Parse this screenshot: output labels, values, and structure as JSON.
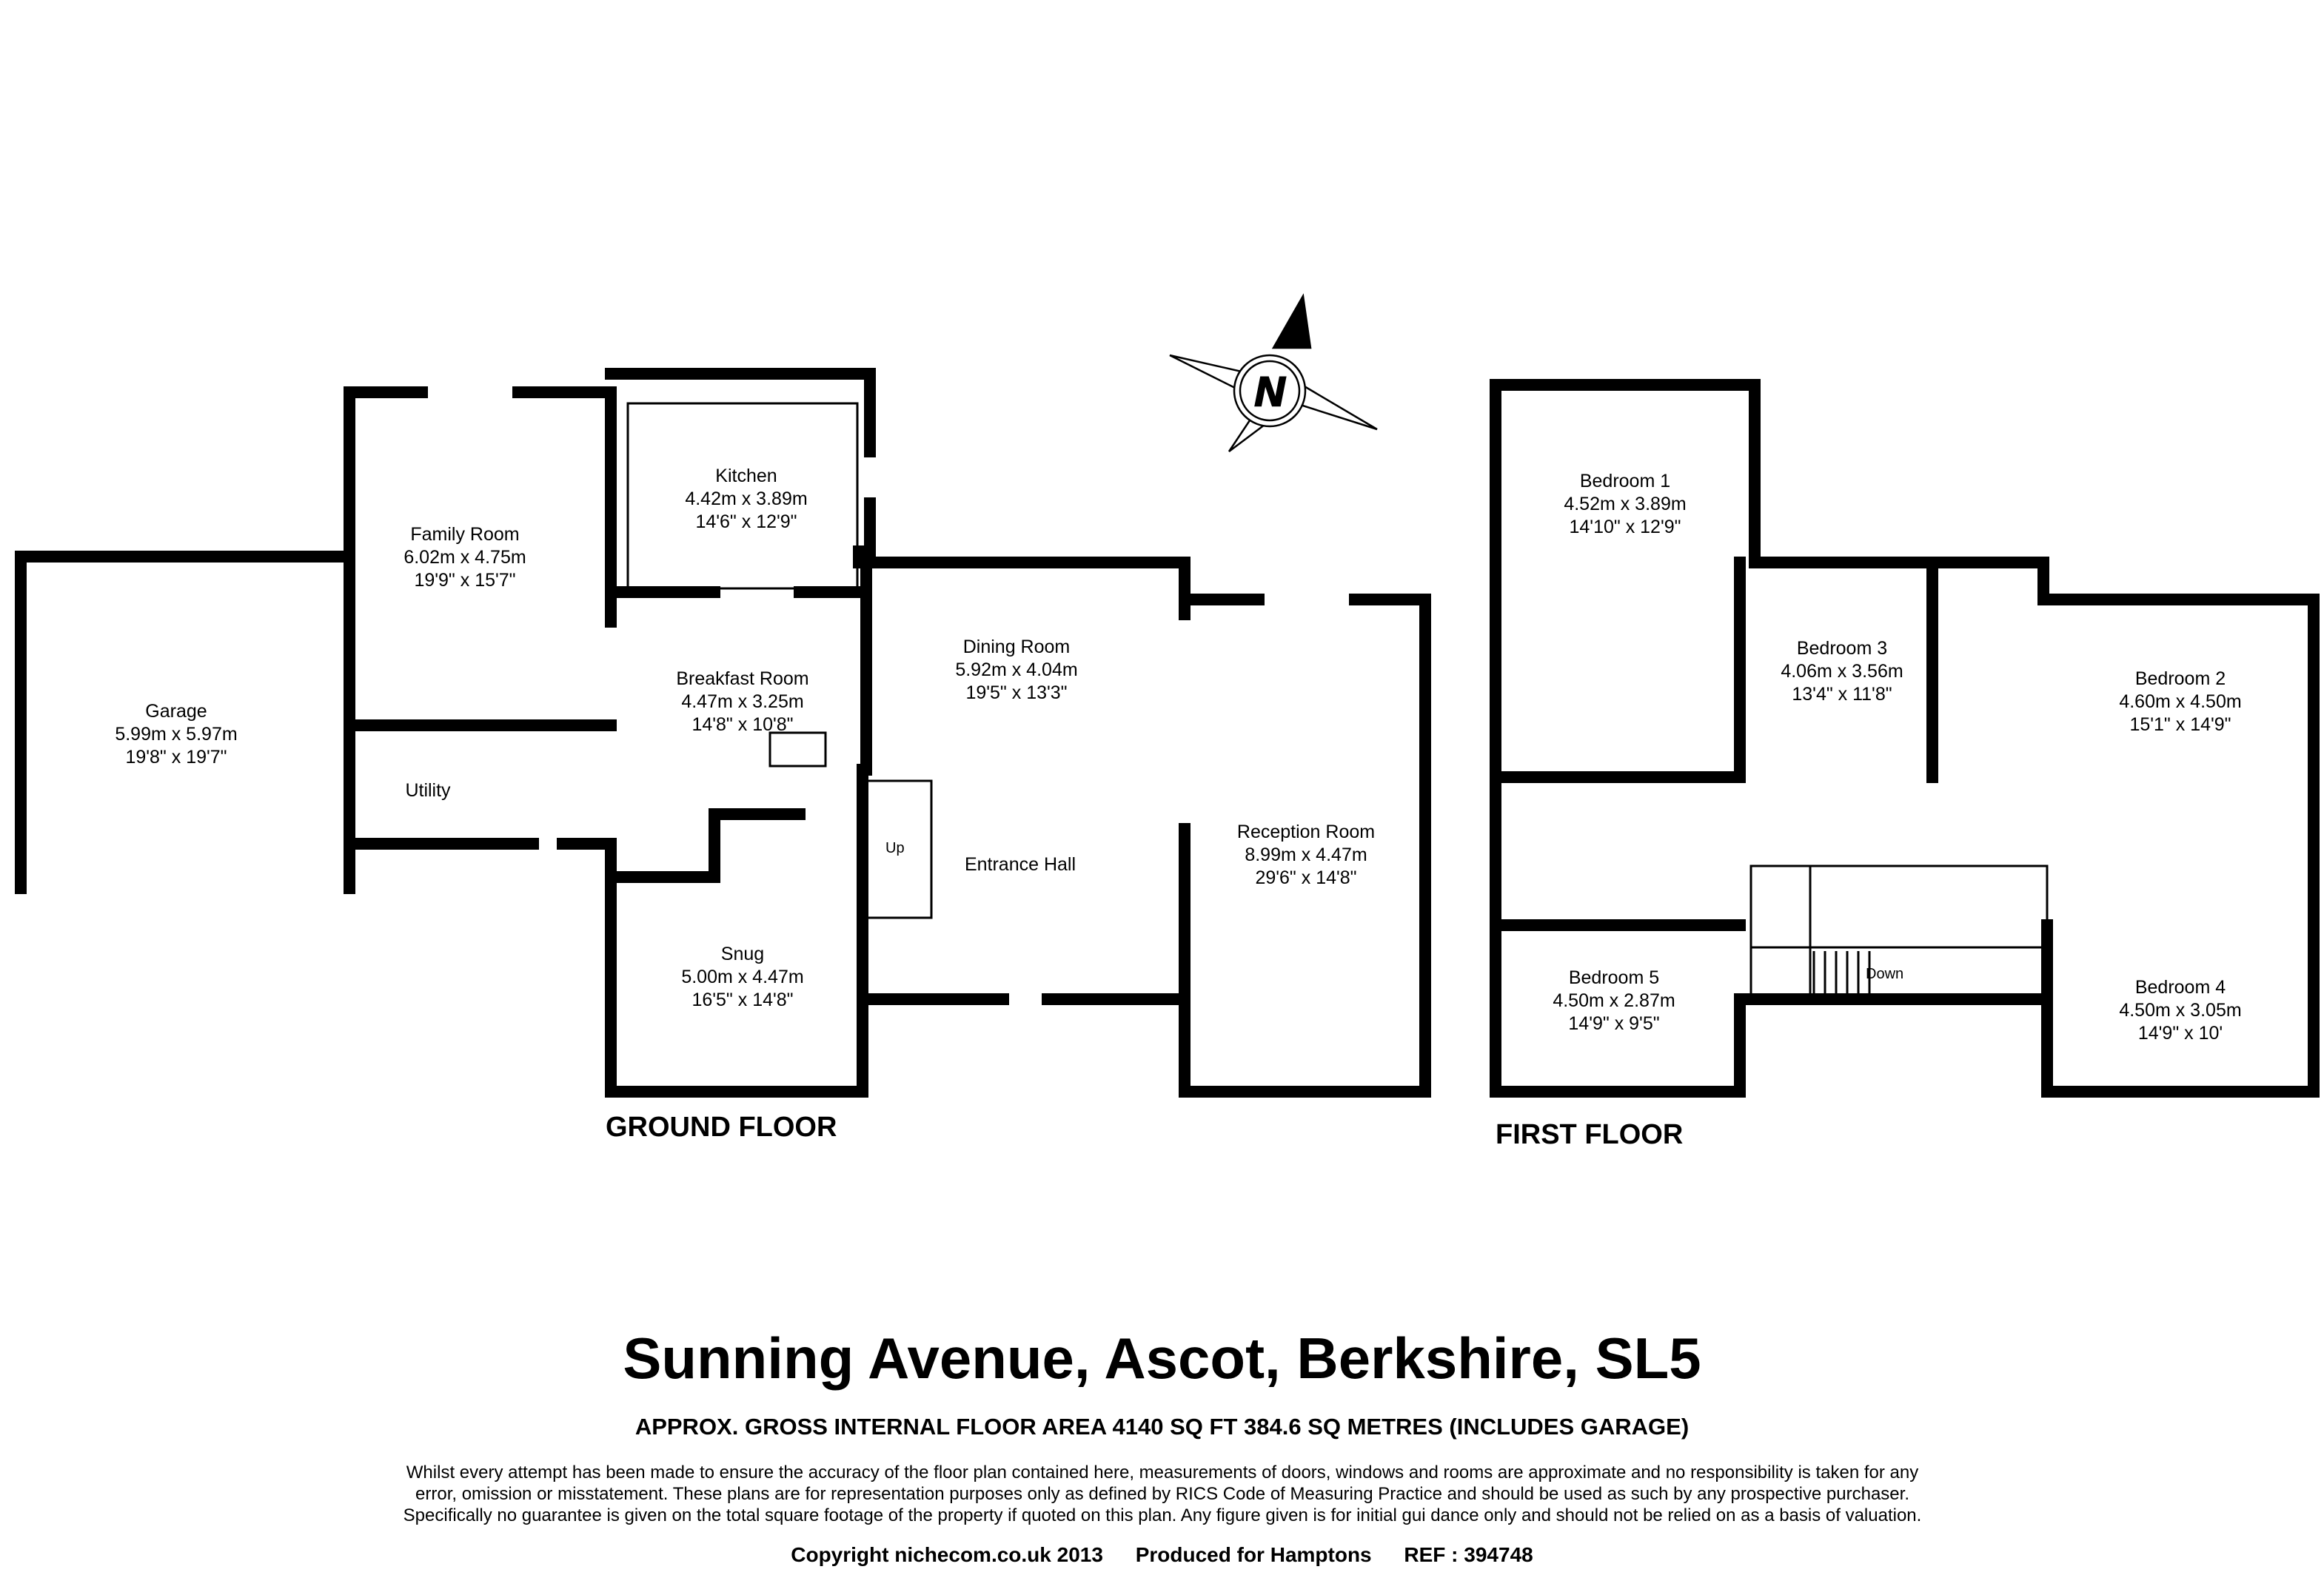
{
  "ground_floor": {
    "label": "GROUND FLOOR",
    "rooms": [
      {
        "name": "Garage",
        "metric": "5.99m x 5.97m",
        "imperial": "19'8\" x 19'7\""
      },
      {
        "name": "Family Room",
        "metric": "6.02m x 4.75m",
        "imperial": "19'9\" x 15'7\""
      },
      {
        "name": "Kitchen",
        "metric": "4.42m x 3.89m",
        "imperial": "14'6\" x 12'9\""
      },
      {
        "name": "Breakfast Room",
        "metric": "4.47m x 3.25m",
        "imperial": "14'8\" x 10'8\""
      },
      {
        "name": "Dining Room",
        "metric": "5.92m x 4.04m",
        "imperial": "19'5\" x 13'3\""
      },
      {
        "name": "Reception Room",
        "metric": "8.99m x 4.47m",
        "imperial": "29'6\" x 14'8\""
      },
      {
        "name": "Snug",
        "metric": "5.00m x 4.47m",
        "imperial": "16'5\" x 14'8\""
      },
      {
        "name": "Utility"
      },
      {
        "name": "Entrance Hall"
      }
    ],
    "stairs_label": "Up"
  },
  "first_floor": {
    "label": "FIRST FLOOR",
    "rooms": [
      {
        "name": "Bedroom 1",
        "metric": "4.52m x 3.89m",
        "imperial": "14'10\" x 12'9\""
      },
      {
        "name": "Bedroom 3",
        "metric": "4.06m x 3.56m",
        "imperial": "13'4\" x 11'8\""
      },
      {
        "name": "Bedroom 2",
        "metric": "4.60m x 4.50m",
        "imperial": "15'1\" x 14'9\""
      },
      {
        "name": "Bedroom 5",
        "metric": "4.50m x 2.87m",
        "imperial": "14'9\" x 9'5\""
      },
      {
        "name": "Bedroom 4",
        "metric": "4.50m x 3.05m",
        "imperial": "14'9\" x 10'"
      }
    ],
    "stairs_label": "Down"
  },
  "compass": {
    "letter": "N"
  },
  "title": "Sunning Avenue, Ascot, Berkshire, SL5",
  "area_line": "APPROX. GROSS INTERNAL FLOOR AREA 4140 SQ FT 384.6 SQ METRES (INCLUDES GARAGE)",
  "disclaimer": [
    "Whilst every attempt has been made to ensure the accuracy of the floor plan contained here, measurements of doors, windows and rooms are approximate and no responsibility is taken for any",
    "error, omission or misstatement. These plans are for representation purposes only as defined by RICS Code of Measuring Practice and should be used as such by any prospective purchaser.",
    "Specifically no guarantee is given on the total square footage of the property if quoted on this plan. Any figure given is for initial gui dance only and should not be relied on as a basis of valuation."
  ],
  "footer": {
    "copyright": "Copyright nichecom.co.uk 2013",
    "produced": "Produced for Hamptons",
    "ref": "REF : 394748"
  }
}
